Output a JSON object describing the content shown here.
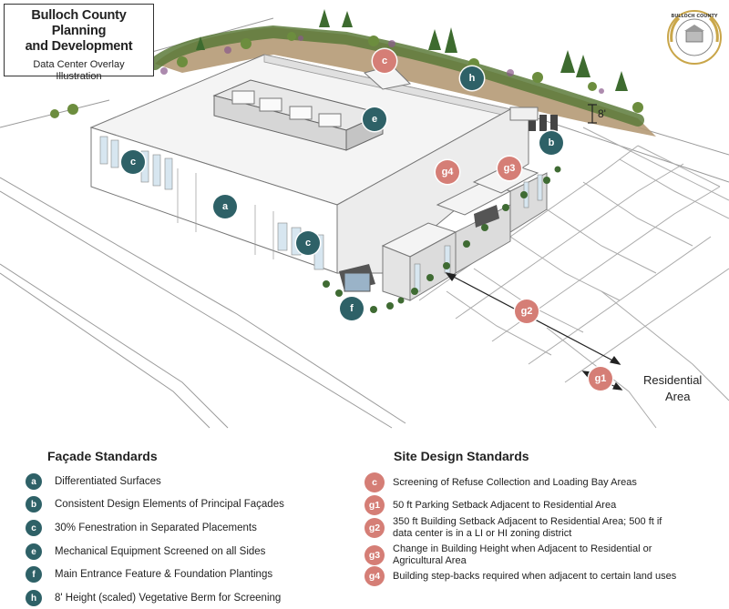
{
  "title": {
    "line1": "Bulloch County Planning",
    "line2": "and Development",
    "subtitle_line1": "Data Center Overlay",
    "subtitle_line2": "Illustration"
  },
  "seal": {
    "text": "BULLOCH COUNTY"
  },
  "colors": {
    "facade_marker": "#2e6167",
    "site_marker": "#d57e76"
  },
  "diagram_markers": [
    {
      "code": "c",
      "group": "site"
    },
    {
      "code": "h",
      "group": "facade"
    },
    {
      "code": "e",
      "group": "facade"
    },
    {
      "code": "b",
      "group": "facade"
    },
    {
      "code": "c",
      "group": "facade"
    },
    {
      "code": "g4",
      "group": "site"
    },
    {
      "code": "g3",
      "group": "site"
    },
    {
      "code": "a",
      "group": "facade"
    },
    {
      "code": "c",
      "group": "facade"
    },
    {
      "code": "f",
      "group": "facade"
    },
    {
      "code": "g2",
      "group": "site"
    },
    {
      "code": "g1",
      "group": "site"
    }
  ],
  "labels": {
    "berm_height": "8'",
    "residential_line1": "Residential",
    "residential_line2": "Area"
  },
  "facade_standards": {
    "heading": "Façade Standards",
    "items": [
      {
        "code": "a",
        "text": "Differentiated Surfaces"
      },
      {
        "code": "b",
        "text": "Consistent Design Elements of Principal Façades"
      },
      {
        "code": "c",
        "text": "30% Fenestration in Separated Placements"
      },
      {
        "code": "e",
        "text": "Mechanical Equipment Screened on all Sides"
      },
      {
        "code": "f",
        "text": "Main Entrance Feature & Foundation Plantings"
      },
      {
        "code": "h",
        "text": "8' Height (scaled) Vegetative Berm for Screening"
      }
    ]
  },
  "site_standards": {
    "heading": "Site Design Standards",
    "items": [
      {
        "code": "c",
        "text": "Screening of Refuse Collection and Loading Bay Areas"
      },
      {
        "code": "g1",
        "text": "50 ft Parking Setback Adjacent to Residential Area"
      },
      {
        "code": "g2",
        "text": "350 ft Building Setback Adjacent to Residential Area; 500 ft if",
        "text2": "data center is in a LI or HI zoning district"
      },
      {
        "code": "g3",
        "text": "Change in Building Height when Adjacent to Residential or",
        "text2": "Agricultural Area"
      },
      {
        "code": "g4",
        "text": "Building step-backs required when adjacent to certain land uses"
      }
    ]
  }
}
